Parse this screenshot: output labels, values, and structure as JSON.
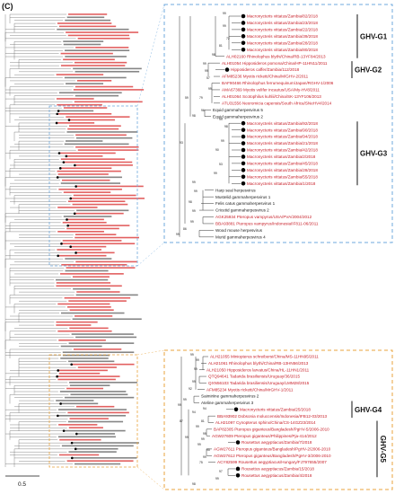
{
  "panel_label": "(C)",
  "scale_label": "0.5",
  "colors": {
    "blue_box": "#6fa8dc",
    "orange_box": "#e8a33c",
    "red_label": "#c8202a",
    "dark_label": "#1a1a1a",
    "branch": "#333333",
    "dot": "#000000"
  },
  "top_box": {
    "leaves": [
      {
        "label": "Macronycteris vittatus/Zambia/82/2018",
        "color": "red",
        "dot": true
      },
      {
        "label": "Macronycteris vittatus/Zambia/23/2018",
        "color": "red",
        "dot": true
      },
      {
        "label": "Macronycteris vittatus/Zambia/22/2018",
        "color": "red",
        "dot": true
      },
      {
        "label": "Macronycteris vittatus/Zambia/39/2018",
        "color": "red",
        "dot": true
      },
      {
        "label": "Macronycteris vittatus/Zambia/28/2018",
        "color": "red",
        "dot": true
      },
      {
        "label": "Macronycteris vittatus/Zambia/80/2018",
        "color": "red",
        "dot": true
      },
      {
        "label": "ALH02160 Rhinolophus blythi/China/RB-13YF84/2013",
        "color": "red",
        "dot": false
      },
      {
        "label": "ALH01054 Hipposideros pomona/China/HP-11HN11/2011",
        "color": "red",
        "dot": false
      },
      {
        "label": "Hipposideros caffer/Zambia/112/2018",
        "color": "red",
        "dot": true
      },
      {
        "label": "AFM85236 Myotis ricketti/China/M/GHV-2/2011",
        "color": "red",
        "dot": false
      },
      {
        "label": "BAF90466 Rhinolophus ferrumequinum/Japan/RGHV-1/2006",
        "color": "red",
        "dot": false
      },
      {
        "label": "AMA67369 Myotis velifer incautus/USA/My-HV8/2011",
        "color": "red",
        "dot": false
      },
      {
        "label": "ALH01064 Scotophilus kuhlii/China/SK-13YF106/2013",
        "color": "red",
        "dot": false
      },
      {
        "label": "ATU31556 Neoromicia capensis/South Africa/SNeHV4/2014",
        "color": "red",
        "dot": false
      },
      {
        "label": "Equid gammaherpesvirus 5",
        "color": "dark",
        "dot": false
      },
      {
        "label": "Equid gammaherpesvirus 2",
        "color": "dark",
        "dot": false
      },
      {
        "label": "Macronycteris vittatus/Zambia/92/2018",
        "color": "red",
        "dot": true
      },
      {
        "label": "Macronycteris vittatus/Zambia/90/2018",
        "color": "red",
        "dot": true
      },
      {
        "label": "Macronycteris vittatus/Zambia/94/2018",
        "color": "red",
        "dot": true
      },
      {
        "label": "Macronycteris vittatus/Zambia/21/2018",
        "color": "red",
        "dot": true
      },
      {
        "label": "Macronycteris vittatus/Zambia/42/2018",
        "color": "red",
        "dot": true
      },
      {
        "label": "Macronycteris vittatus/Zambia/2/2018",
        "color": "red",
        "dot": true
      },
      {
        "label": "Macronycteris vittatus/Zambia/45/2018",
        "color": "red",
        "dot": true
      },
      {
        "label": "Macronycteris vittatus/Zambia/28/2018",
        "color": "red",
        "dot": true
      },
      {
        "label": "Macronycteris vittatus/Zambia/55/2018",
        "color": "red",
        "dot": true
      },
      {
        "label": "Macronycteris vittatus/Zambia/1/2018",
        "color": "red",
        "dot": true
      },
      {
        "label": "Harp seal herpesvirus",
        "color": "dark",
        "dot": false
      },
      {
        "label": "Mustelid gammaherpesvirus 1",
        "color": "dark",
        "dot": false
      },
      {
        "label": "Felis catus gammaherpesvirus 1",
        "color": "dark",
        "dot": false
      },
      {
        "label": "Cricetid gammaherpesvirus 2",
        "color": "dark",
        "dot": false
      },
      {
        "label": "AGK25934 Pteropus vampyrus/USA/PVA/2004/2012",
        "color": "red",
        "dot": false
      },
      {
        "label": "BBA93881 Pteropus vampyrus/Indonesia/IF811-06/2011",
        "color": "red",
        "dot": false
      },
      {
        "label": "Wood mouse herpesvirus",
        "color": "dark",
        "dot": false
      },
      {
        "label": "Murid gammaherpesvirus 4",
        "color": "dark",
        "dot": false
      }
    ],
    "clades": [
      {
        "name": "GHV-G1"
      },
      {
        "name": "GHV-G2"
      },
      {
        "name": "GHV-G3"
      }
    ],
    "bootstraps": [
      "99",
      "99",
      "72",
      "81",
      "98",
      "99",
      "99",
      "57",
      "99",
      "79",
      "96",
      "98",
      "99",
      "98",
      "99",
      "90",
      "53",
      "99",
      "99",
      "99",
      "98",
      "99",
      "99",
      "86",
      "99",
      "93",
      "59"
    ]
  },
  "bottom_box": {
    "leaves": [
      {
        "label": "ALH21055 Miniopterus schreibersi/China/MS-11HN95/2011",
        "color": "red",
        "dot": false
      },
      {
        "label": "ALH21061 Rhinolophus blythi/China/RB-13HN56/2013",
        "color": "red",
        "dot": false
      },
      {
        "label": "ALH21050 Hipposideros larvatus/China/HL-11HN1/2011",
        "color": "red",
        "dot": false
      },
      {
        "label": "QTQ94641 Tadarida brasiliensis/Uruguay/36/2015",
        "color": "red",
        "dot": false
      },
      {
        "label": "QXN56103 Tadarida brasiliensis/Uruguay/LMM28/2015",
        "color": "red",
        "dot": false
      },
      {
        "label": "AFM85234 Myotis ricketti/China/MrGHV-1/2011",
        "color": "red",
        "dot": false
      },
      {
        "label": "Saimiriine gammaherpesvirus 2",
        "color": "dark",
        "dot": false
      },
      {
        "label": "Ateline gammaherpesvirus 3",
        "color": "dark",
        "dot": false
      },
      {
        "label": "Macronycteris vittatus/Zambia/25/2018",
        "color": "red",
        "dot": true
      },
      {
        "label": "BBA93902 Dobsonia moluccensis/Indonesia/IFB12-03/2013",
        "color": "red",
        "dot": false
      },
      {
        "label": "ALH21097 Cynopterus sphinx/China/CS-14GZ23/2014",
        "color": "red",
        "dot": false
      },
      {
        "label": "BAP82305 Pteropus giganteus/Bangladesh/PgHV-5/2006-2010",
        "color": "red",
        "dot": false
      },
      {
        "label": "AGW27609 Pteropus giganteus/Philippines/Pja-414/2012",
        "color": "red",
        "dot": false
      },
      {
        "label": "Rousettus aegyptiacus/Zambia/7/2018",
        "color": "red",
        "dot": true
      },
      {
        "label": "AGW27611 Pteropus giganteus/Bangladesh/PgHV-2/2006-2010",
        "color": "red",
        "dot": false
      },
      {
        "label": "AGW27612 Pteropus giganteus/Bangladesh/PgHV-3/2006-2010",
        "color": "red",
        "dot": false
      },
      {
        "label": "ACY82599 Rousettus aegyptiacus/Hungary/FJ797655/2007",
        "color": "red",
        "dot": false
      },
      {
        "label": "Rousettus aegyptiacus/Zambia/15/2018",
        "color": "red",
        "dot": true
      },
      {
        "label": "Rousettus aegyptiacus/Zambia/4/2018",
        "color": "red",
        "dot": true
      }
    ],
    "clades": [
      {
        "name": "GHV-G4"
      },
      {
        "name": "GHV-G5"
      }
    ],
    "bootstraps": [
      "99",
      "99",
      "99",
      "99",
      "92",
      "99",
      "99",
      "94",
      "81",
      "99",
      "99",
      "99",
      "99",
      "95",
      "99",
      "75",
      "97",
      "99",
      "98",
      "99",
      "87",
      "94"
    ]
  }
}
